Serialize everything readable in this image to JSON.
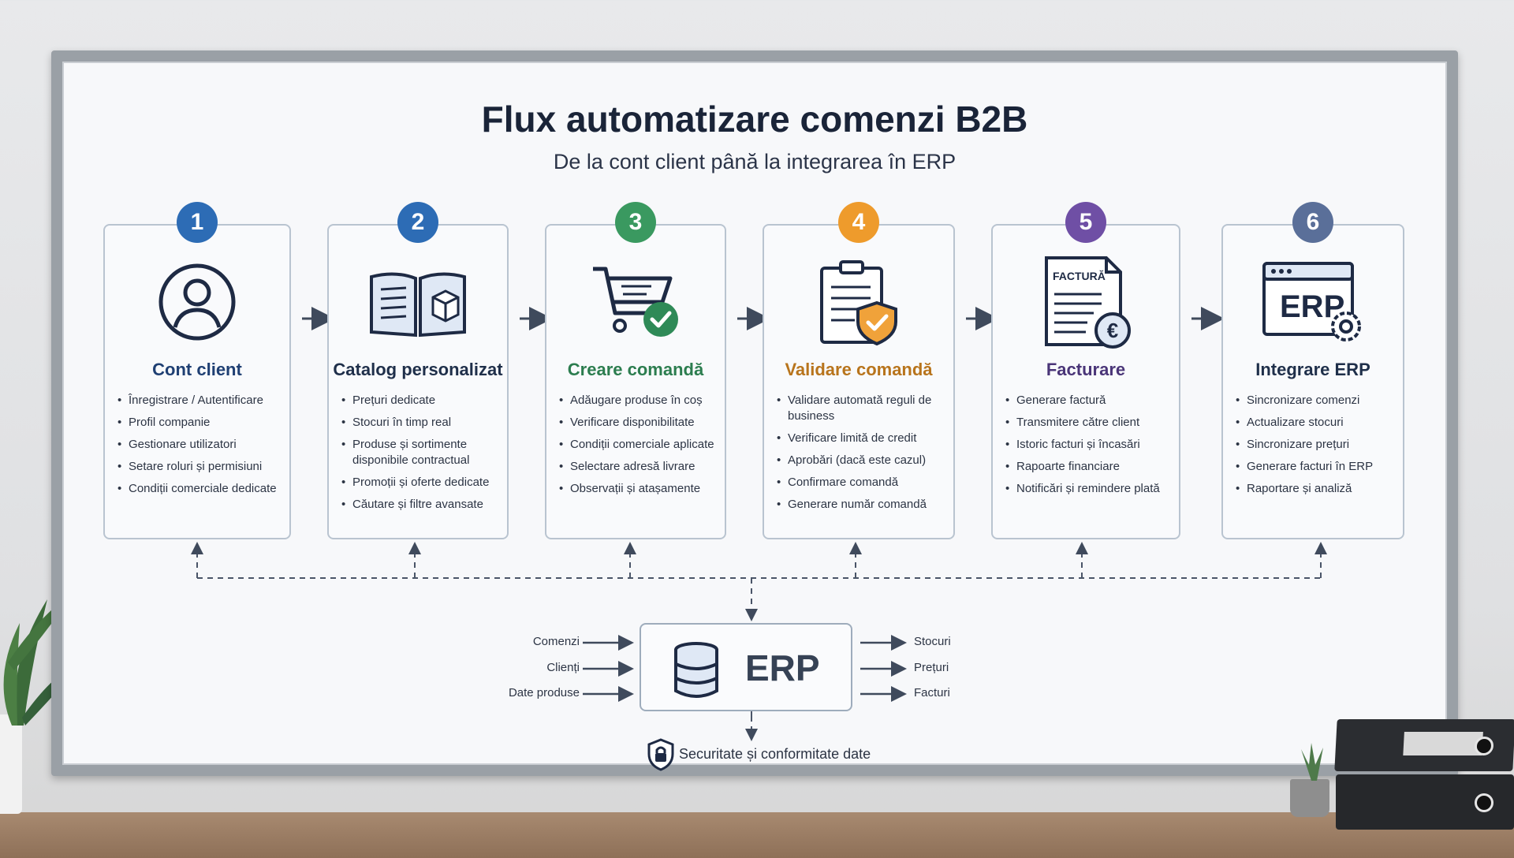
{
  "title": "Flux automatizare comenzi B2B",
  "subtitle": "De la cont client până la integrarea în ERP",
  "steps": [
    {
      "number": "1",
      "title": "Cont client",
      "color": "#2d6cb5",
      "title_color": "#1f3f73",
      "icon": "user-profile-icon",
      "bullets": [
        "Înregistrare / Autentificare",
        "Profil companie",
        "Gestionare utilizatori",
        "Setare roluri și permisiuni",
        "Condiții comerciale dedicate"
      ]
    },
    {
      "number": "2",
      "title": "Catalog personalizat",
      "color": "#2d6cb5",
      "title_color": "#1f2f4a",
      "icon": "catalog-book-icon",
      "bullets": [
        "Prețuri dedicate",
        "Stocuri în timp real",
        "Produse și sortimente disponibile contractual",
        "Promoții și oferte dedicate",
        "Căutare și filtre avansate"
      ]
    },
    {
      "number": "3",
      "title": "Creare comandă",
      "color": "#3a9960",
      "title_color": "#2c7d4f",
      "icon": "shopping-cart-icon",
      "bullets": [
        "Adăugare produse în coș",
        "Verificare disponibilitate",
        "Condiții comerciale aplicate",
        "Selectare adresă livrare",
        "Observații și atașamente"
      ]
    },
    {
      "number": "4",
      "title": "Validare comandă",
      "color": "#ee9b2c",
      "title_color": "#b8741c",
      "icon": "clipboard-shield-icon",
      "bullets": [
        "Validare automată reguli de business",
        "Verificare limită de credit",
        "Aprobări (dacă este cazul)",
        "Confirmare comandă",
        "Generare număr comandă"
      ]
    },
    {
      "number": "5",
      "title": "Facturare",
      "color": "#6f4fa5",
      "title_color": "#4a3578",
      "icon": "invoice-euro-icon",
      "icon_text": "FACTURĂ",
      "bullets": [
        "Generare factură",
        "Transmitere către client",
        "Istoric facturi și încasări",
        "Rapoarte financiare",
        "Notificări și remindere plată"
      ]
    },
    {
      "number": "6",
      "title": "Integrare ERP",
      "color": "#5a6f99",
      "title_color": "#1f2f4a",
      "icon": "erp-window-gear-icon",
      "icon_text": "ERP",
      "bullets": [
        "Sincronizare comenzi",
        "Actualizare stocuri",
        "Sincronizare prețuri",
        "Generare facturi în ERP",
        "Raportare și analiză"
      ]
    }
  ],
  "erp": {
    "label": "ERP",
    "inputs": [
      "Comenzi",
      "Clienți",
      "Date produse"
    ],
    "outputs": [
      "Stocuri",
      "Prețuri",
      "Facturi"
    ],
    "security": "Securitate și conformitate date"
  }
}
